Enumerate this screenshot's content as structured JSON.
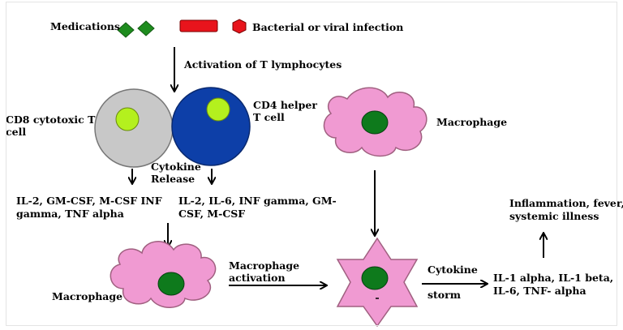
{
  "legend": {
    "medications": "Medications",
    "infection": "Bacterial or viral infection"
  },
  "labels": {
    "activation": "Activation of T lymphocytes",
    "cd8": [
      "CD8 cytotoxic T",
      "cell"
    ],
    "cd4": [
      "CD4 helper",
      "T cell"
    ],
    "cytokine_release": [
      "Cytokine",
      "Release"
    ],
    "cd8_cytokines": [
      "IL-2, GM-CSF, M-CSF INF",
      "gamma, TNF alpha"
    ],
    "cd4_cytokines": [
      "IL-2, IL-6, INF gamma, GM-",
      "CSF, M-CSF"
    ],
    "macrophage_top": "Macrophage",
    "macrophage_bottom": "Macrophage",
    "macrophage_activation": [
      "Macrophage",
      "activation"
    ],
    "cytokine_storm": [
      "Cytokine",
      "storm"
    ],
    "storm_cytokines": [
      "IL-1 alpha, IL-1 beta,",
      "IL-6, TNF- alpha"
    ],
    "outcome": [
      "Inflammation, fever,",
      "systemic illness"
    ]
  },
  "colors": {
    "medication": "#1e8c1e",
    "infection": "#e8141c",
    "cd8_cell": "#c8c8c8",
    "cd4_cell": "#0d3fa8",
    "nucleus_light": "#b4f01e",
    "macrophage": "#f09ad2",
    "macrophage_nucleus": "#0e7a1c"
  }
}
